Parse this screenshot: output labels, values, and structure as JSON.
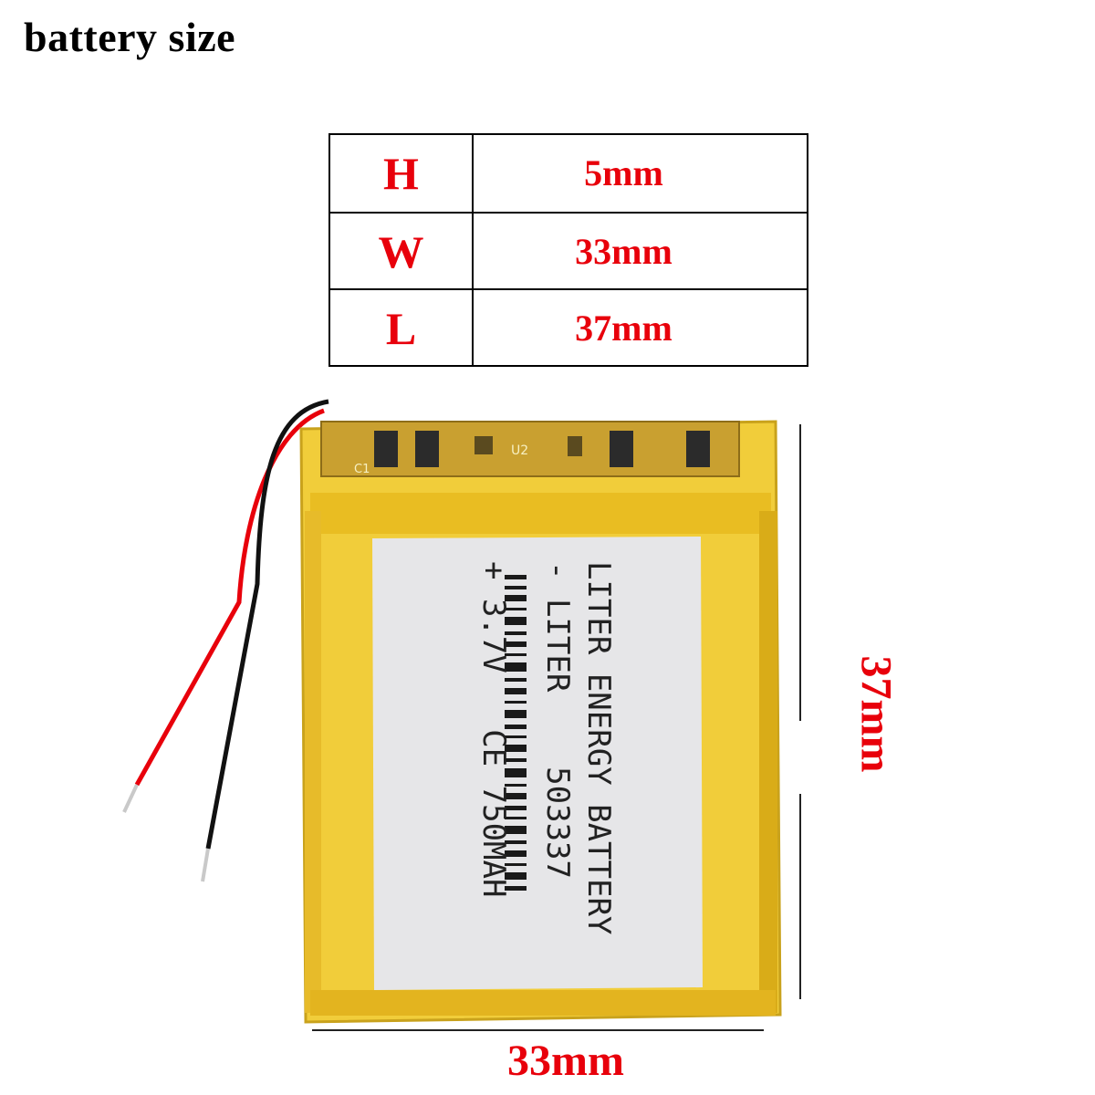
{
  "title": "battery size",
  "specs": [
    {
      "key": "H",
      "value": "5mm"
    },
    {
      "key": "W",
      "value": "33mm"
    },
    {
      "key": "L",
      "value": "37mm"
    }
  ],
  "dimensions": {
    "width_label": "33mm",
    "length_label": "37mm"
  },
  "battery_label": {
    "line1": "LITER ENERGY BATTERY",
    "line2": "- LITER    503337",
    "line3": "+ 3.7V   CE 750MAH"
  },
  "pcb_labels": {
    "c1": "C1",
    "u2": "U2"
  },
  "colors": {
    "accent": "#e8000b",
    "battery_body": "#f1cd3a",
    "label_bg": "#e6e6e8",
    "wire_red": "#e8000b",
    "wire_black": "#111111"
  }
}
